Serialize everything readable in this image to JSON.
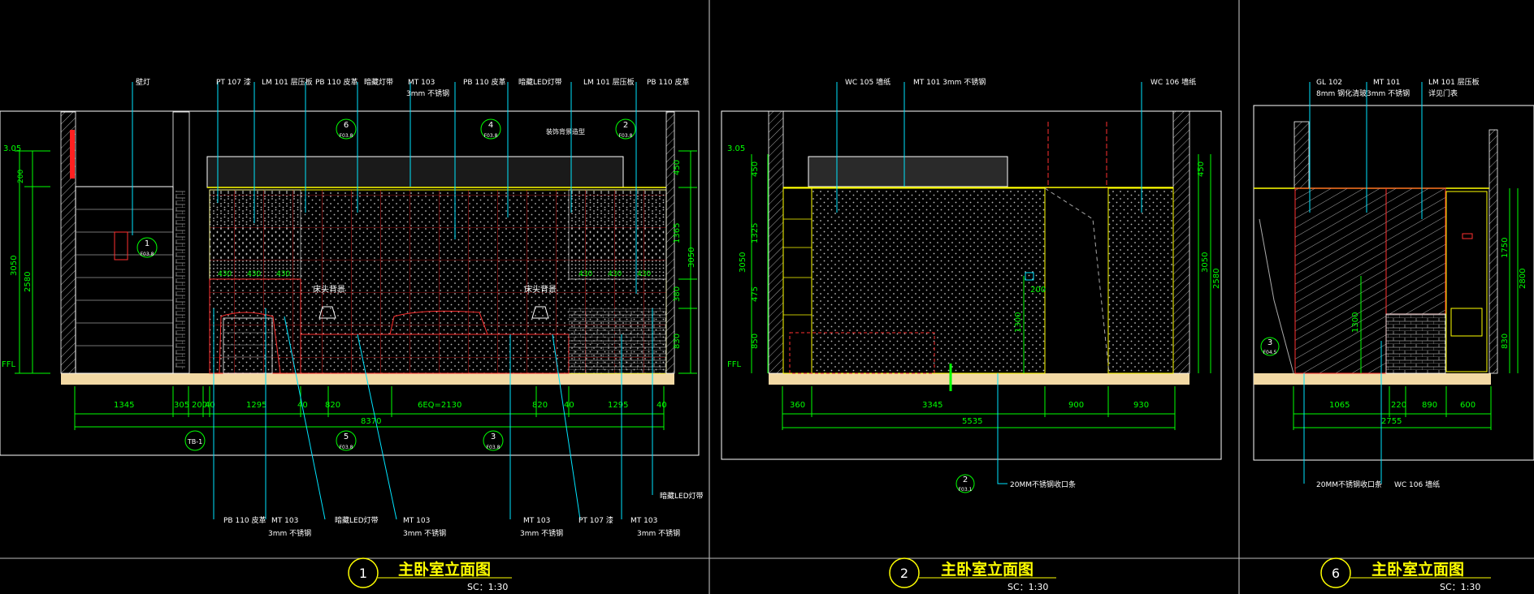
{
  "colors": {
    "background": "#000000",
    "dimension": "#00ff00",
    "leader": "#00e5ff",
    "outline": "#ffff00",
    "furniture": "#ff3030",
    "hidden_line": "#d01818",
    "white": "#ffffff",
    "floor_slab": "#f2d9a4"
  },
  "panels": [
    {
      "number": "1",
      "title": "主卧室立面图",
      "scale": "SC：1:30",
      "elevation_marks": [
        {
          "num": "6",
          "ref": "F03.8"
        },
        {
          "num": "4",
          "ref": "F03.8"
        },
        {
          "num": "2",
          "ref": "F03.8"
        },
        {
          "num": "1",
          "ref": "F03.8"
        },
        {
          "num": "5",
          "ref": "F03.8"
        },
        {
          "num": "3",
          "ref": "F03.8"
        }
      ],
      "section_mark": "TB-1",
      "top_labels": [
        "壁灯",
        "PT 107 漆",
        "LM 101 层压板",
        "PB 110 皮革",
        "暗藏灯带",
        "MT 103",
        "3mm 不锈钢",
        "PB 110 皮革",
        "暗藏LED灯带",
        "LM 101 层压板",
        "PB 110 皮革"
      ],
      "interior_labels": [
        "床头背景",
        "床头背景",
        "装饰背景造型",
        "430",
        "430",
        "430",
        "430",
        "430",
        "430"
      ],
      "bottom_labels": [
        "PB 110 皮革",
        "MT 103",
        "3mm 不锈钢",
        "暗藏LED灯带",
        "MT 103",
        "3mm 不锈钢",
        "MT 103",
        "3mm 不锈钢",
        "PT 107 漆",
        "MT 103",
        "3mm 不锈钢",
        "暗藏LED灯带"
      ],
      "dims_bottom": [
        "1345",
        "305",
        "200",
        "40",
        "1295",
        "40",
        "820",
        "6EQ=2130",
        "820",
        "40",
        "1295",
        "40"
      ],
      "total": "8370",
      "dims_left": [
        "3.05",
        "200",
        "3050",
        "2580",
        "FFL"
      ],
      "dims_right": [
        "450",
        "1365",
        "3050",
        "380",
        "830"
      ]
    },
    {
      "number": "2",
      "title": "主卧室立面图",
      "scale": "SC：1:30",
      "top_labels": [
        "WC 105 墙纸",
        "MT 101 3mm 不锈钢",
        "WC 106 墙纸"
      ],
      "dims_bottom": [
        "360",
        "3345",
        "900",
        "930"
      ],
      "total": "5535",
      "dims_left": [
        "3.05",
        "450",
        "1325",
        "3050",
        "475",
        "850",
        "FFL"
      ],
      "dims_right": [
        "450",
        "3050",
        "2580"
      ],
      "inner_dims": [
        "200",
        "1300"
      ],
      "marker": {
        "num": "2",
        "ref": "F03.1"
      },
      "bottom_label": "20MM不锈钢收口条"
    },
    {
      "number": "6",
      "title": "主卧室立面图",
      "scale": "SC：1:30",
      "top_labels": [
        "GL 102",
        "8mm 钢化清玻",
        "MT 101",
        "3mm 不锈钢",
        "LM 101 层压板",
        "详见门表"
      ],
      "dims_bottom": [
        "1065",
        "220",
        "890",
        "600"
      ],
      "total": "2755",
      "dims_right": [
        "1750",
        "2800",
        "830"
      ],
      "inner_dims": [
        "1300"
      ],
      "marker": {
        "num": "3",
        "ref": "F04.5"
      },
      "bottom_labels": [
        "20MM不锈钢收口条",
        "WC 106 墙纸"
      ]
    }
  ]
}
